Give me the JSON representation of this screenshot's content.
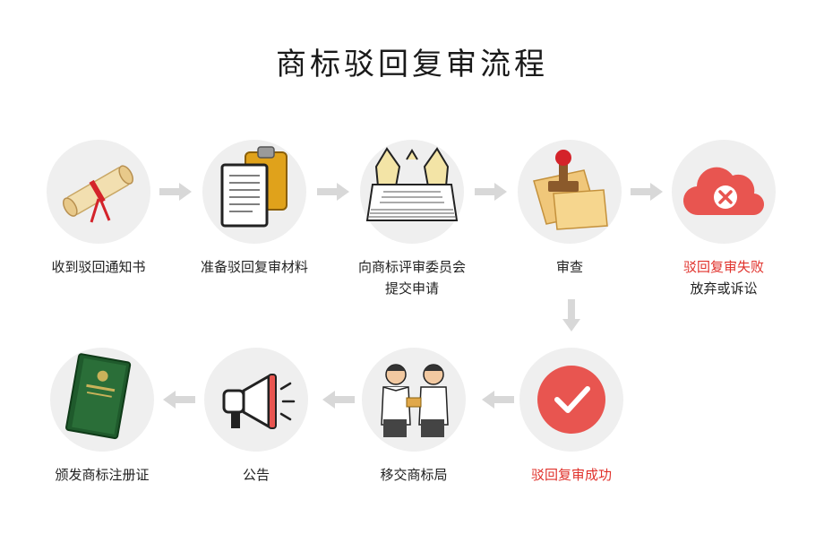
{
  "title": "商标驳回复审流程",
  "colors": {
    "accent_red": "#e0312b",
    "arrow_grey": "#d8d8d8",
    "circle_bg": "#efefef"
  },
  "steps": [
    {
      "icon": "scroll-icon",
      "lines": [
        "收到驳回通知书"
      ]
    },
    {
      "icon": "clipboard-icon",
      "lines": [
        "准备驳回复审材料"
      ]
    },
    {
      "icon": "documents-in-hands-icon",
      "lines": [
        "向商标评审委员会",
        "提交申请"
      ]
    },
    {
      "icon": "stamp-icon",
      "lines": [
        "审查"
      ]
    },
    {
      "icon": "cloud-x-icon",
      "lines": [
        "驳回复审失败",
        "放弃或诉讼"
      ]
    },
    {
      "icon": "check-circle-icon",
      "lines": [
        "驳回复审成功"
      ]
    },
    {
      "icon": "handshake-people-icon",
      "lines": [
        "移交商标局"
      ]
    },
    {
      "icon": "megaphone-icon",
      "lines": [
        "公告"
      ]
    },
    {
      "icon": "certificate-book-icon",
      "lines": [
        "颁发商标注册证"
      ]
    }
  ]
}
